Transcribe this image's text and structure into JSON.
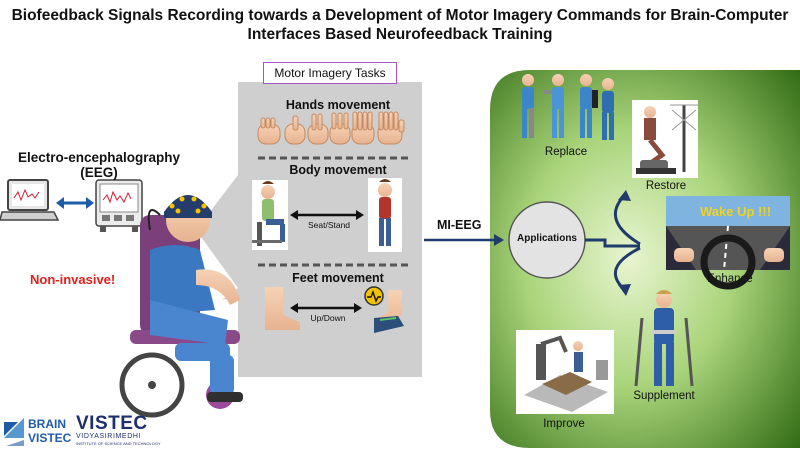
{
  "title": {
    "line1": "Biofeedback Signals Recording towards a Development of Motor Imagery Commands for Brain-Computer",
    "line2": "Interfaces Based Neurofeedback Training"
  },
  "eeg": {
    "label": "Electro-encephalography (EEG)",
    "non_invasive": "Non-invasive!"
  },
  "tasks": {
    "header": "Motor Imagery Tasks",
    "hands": "Hands movement",
    "body": "Body movement",
    "body_action": "Seat/Stand",
    "feet": "Feet movement",
    "feet_action": "Up/Down"
  },
  "signal_label": "MI-EEG",
  "applications": {
    "center": "Applications",
    "replace": "Replace",
    "restore": "Restore",
    "enhance": "Enhance",
    "wake_up": "Wake Up !!!",
    "supplement": "Supplement",
    "improve": "Improve"
  },
  "logos": {
    "brain": "BRAIN",
    "vistec_small": "VISTEC",
    "vistec_big": "VISTEC",
    "vidyasirimedhi": "VIDYASIRIMEDHI",
    "institute": "INSTITUTE OF SCIENCE AND TECHNOLOGY"
  },
  "colors": {
    "green_dark": "#2f6a12",
    "green_light": "#c8e6a0",
    "panel_grey": "#cfcfcf",
    "arrow_blue": "#1f3a6b",
    "accent_red": "#e0201c",
    "box_purple": "#a855c8"
  }
}
